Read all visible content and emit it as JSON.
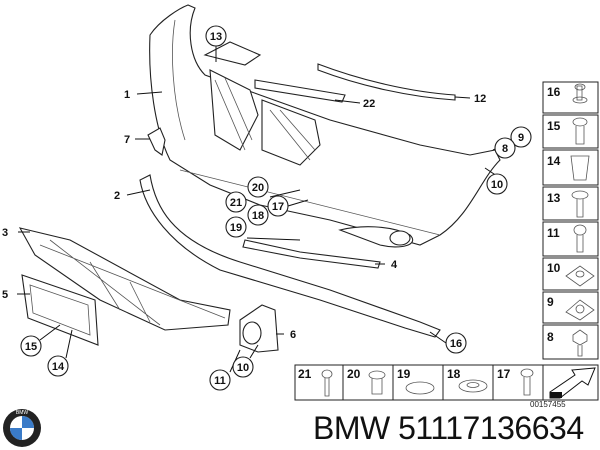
{
  "diagram": {
    "callouts": [
      "13",
      "1",
      "22",
      "12",
      "7",
      "9",
      "8",
      "10",
      "2",
      "20",
      "21",
      "17",
      "18",
      "19",
      "3",
      "4",
      "5",
      "6",
      "15",
      "16",
      "14",
      "10",
      "11"
    ],
    "side_parts": [
      "16",
      "15",
      "14",
      "13",
      "11",
      "10",
      "9",
      "8"
    ],
    "bottom_parts": [
      "21",
      "20",
      "19",
      "18",
      "17"
    ],
    "drawing_number": "00157455",
    "logo_text": "BMW"
  },
  "title": "BMW 51117136634"
}
